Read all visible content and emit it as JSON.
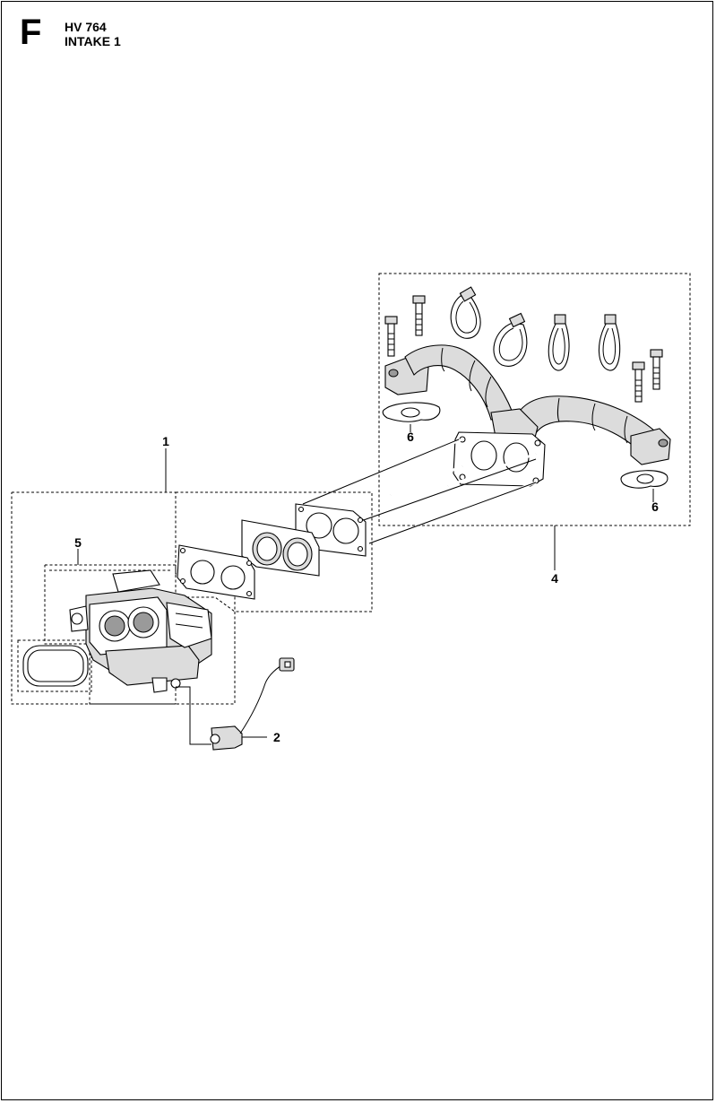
{
  "header": {
    "section_letter": "F",
    "model": "HV 764",
    "title": "INTAKE 1"
  },
  "callouts": {
    "c1": "1",
    "c2": "2",
    "c4": "4",
    "c5": "5",
    "c6a": "6",
    "c6b": "6"
  }
}
